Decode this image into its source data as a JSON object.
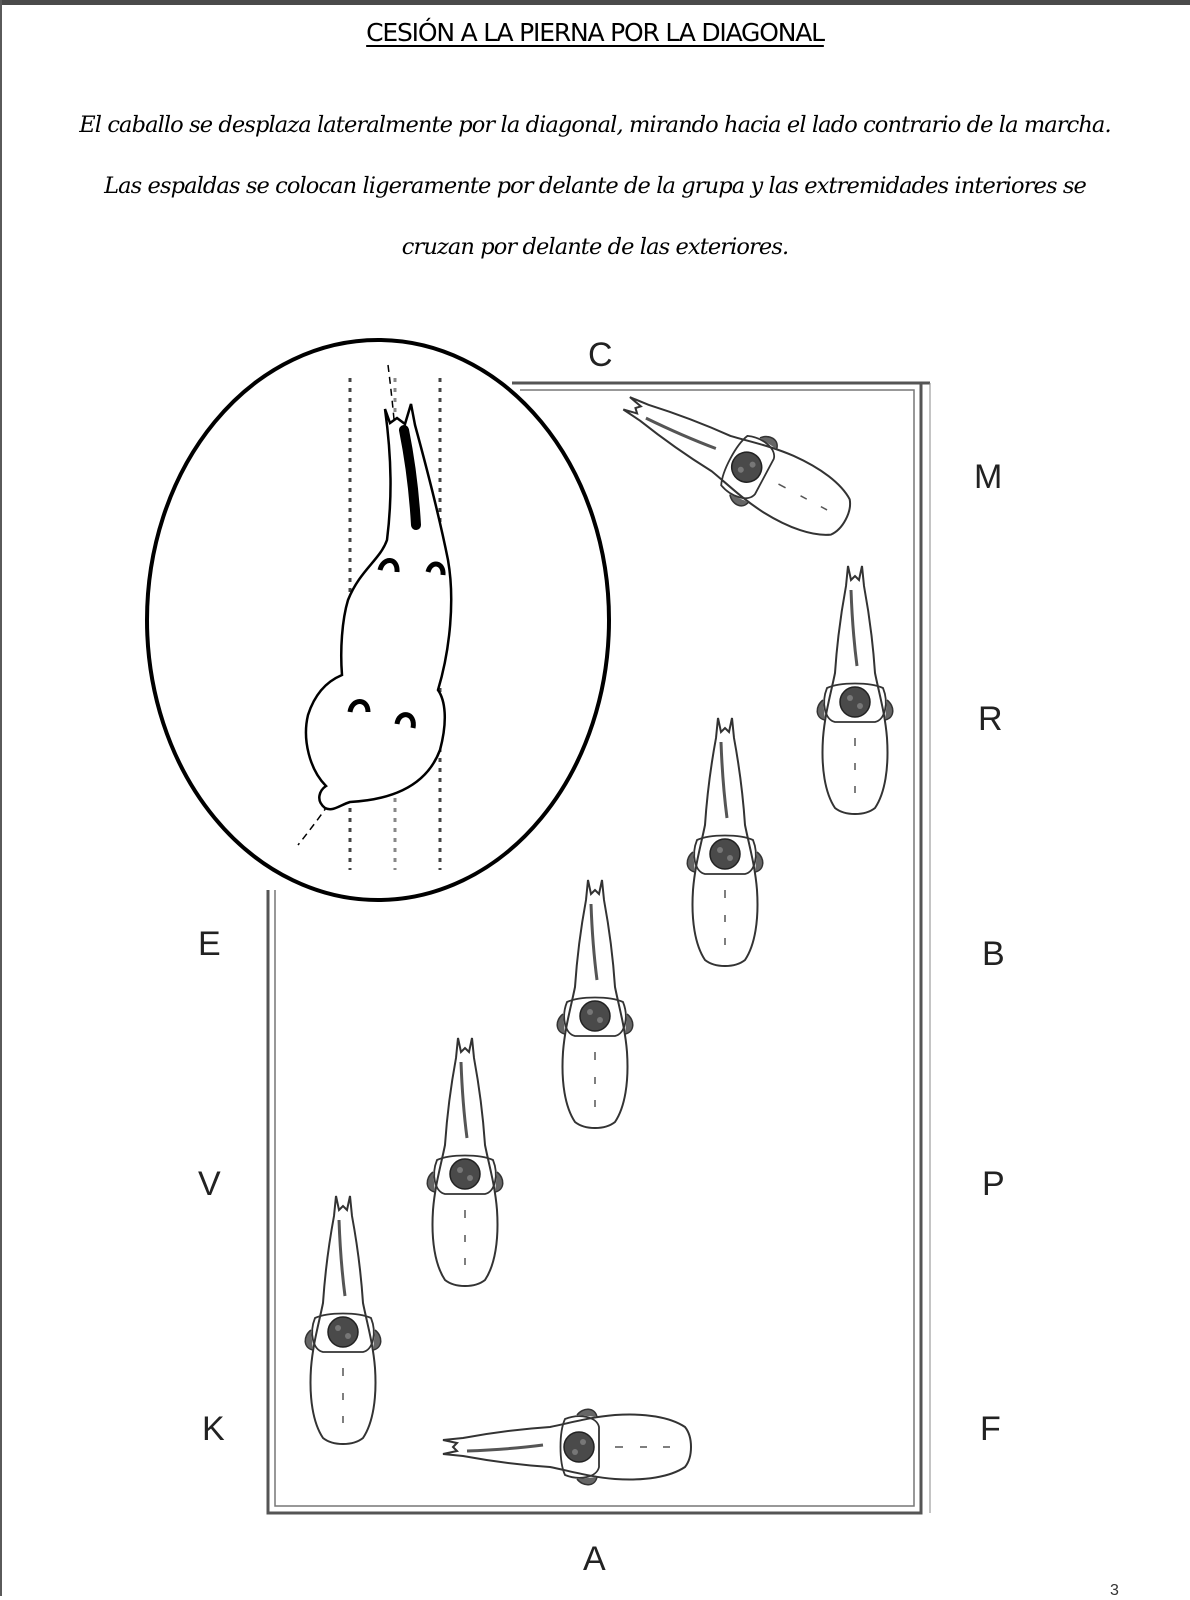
{
  "document": {
    "title": "CESIÓN A LA PIERNA POR LA DIAGONAL",
    "paragraph": {
      "line1": "El caballo se desplaza lateralmente por la diagonal, mirando hacia el lado contrario de la marcha.",
      "line2": "Las espaldas se colocan ligeramente por delante de la grupa y las extremidades interiores se",
      "line3": "cruzan por delante de las exteriores."
    },
    "page_number": "3"
  },
  "arena": {
    "letters": {
      "C": "C",
      "M": "M",
      "R": "R",
      "B": "B",
      "P": "P",
      "F": "F",
      "A": "A",
      "K": "K",
      "V": "V",
      "E": "E"
    }
  },
  "colors": {
    "ink": "#000000",
    "sketch": "#333333",
    "rider": "#3a3a3a",
    "arena_line": "#555555"
  }
}
